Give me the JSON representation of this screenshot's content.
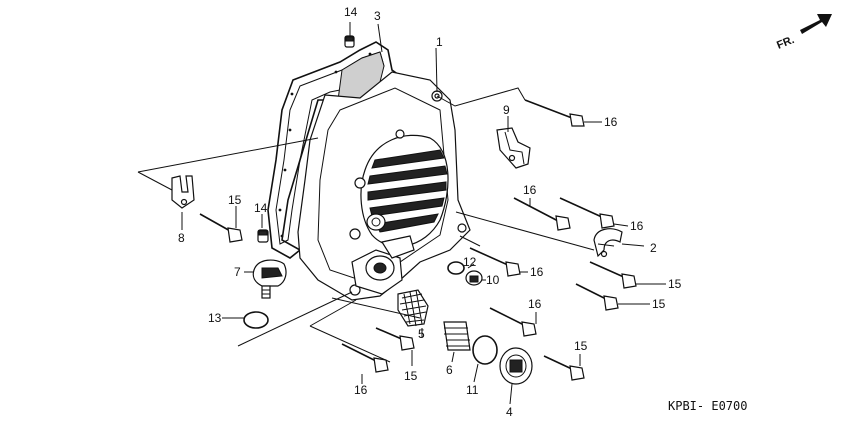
{
  "diagram": {
    "code": "KPBI- E0700",
    "direction_label": "FR.",
    "callouts": [
      {
        "id": "c1",
        "label": "1"
      },
      {
        "id": "c2",
        "label": "2"
      },
      {
        "id": "c3",
        "label": "3"
      },
      {
        "id": "c4",
        "label": "4"
      },
      {
        "id": "c5",
        "label": "5"
      },
      {
        "id": "c6",
        "label": "6"
      },
      {
        "id": "c7",
        "label": "7"
      },
      {
        "id": "c8",
        "label": "8"
      },
      {
        "id": "c9",
        "label": "9"
      },
      {
        "id": "c10",
        "label": "10"
      },
      {
        "id": "c11",
        "label": "11"
      },
      {
        "id": "c12",
        "label": "12"
      },
      {
        "id": "c13",
        "label": "13"
      },
      {
        "id": "c14a",
        "label": "14"
      },
      {
        "id": "c14b",
        "label": "14"
      },
      {
        "id": "c15a",
        "label": "15"
      },
      {
        "id": "c15b",
        "label": "15"
      },
      {
        "id": "c15c",
        "label": "15"
      },
      {
        "id": "c15d",
        "label": "15"
      },
      {
        "id": "c15e",
        "label": "15"
      },
      {
        "id": "c16a",
        "label": "16"
      },
      {
        "id": "c16b",
        "label": "16"
      },
      {
        "id": "c16c",
        "label": "16"
      },
      {
        "id": "c16d",
        "label": "16"
      },
      {
        "id": "c16e",
        "label": "16"
      },
      {
        "id": "c16f",
        "label": "16"
      }
    ]
  }
}
